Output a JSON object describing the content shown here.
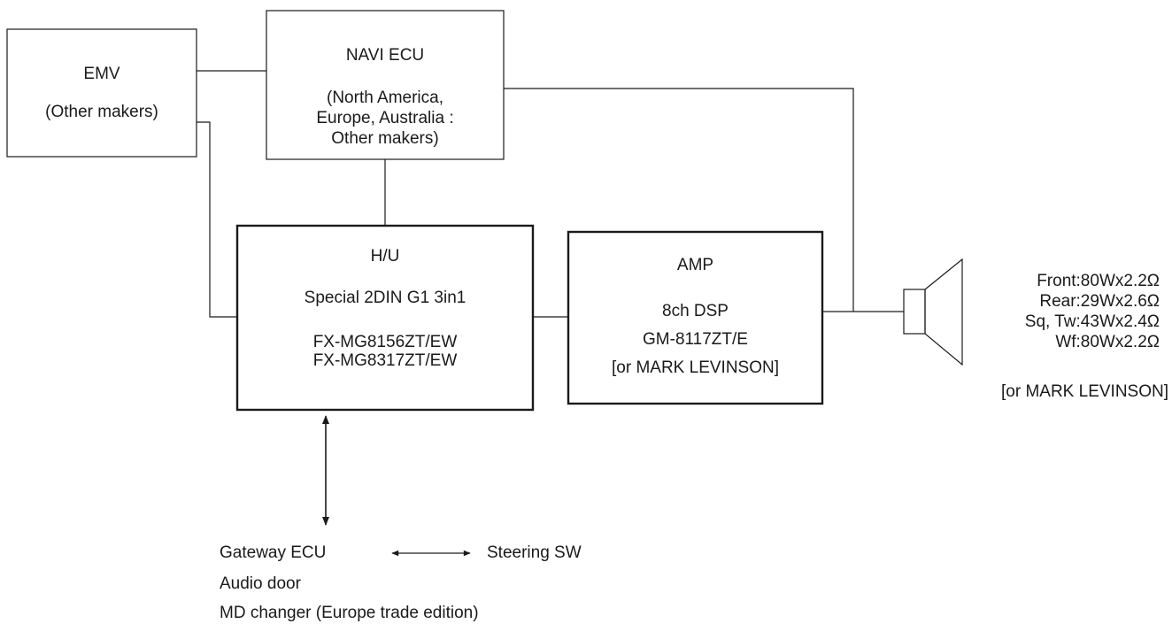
{
  "emv": {
    "title": "EMV",
    "subtitle": "(Other makers)"
  },
  "navi": {
    "title": "NAVI ECU",
    "line1": "(North America,",
    "line2": "Europe, Australia :",
    "line3": "Other makers)"
  },
  "hu": {
    "title": "H/U",
    "subtitle": "Special 2DIN G1 3in1",
    "model1": "FX-MG8156ZT/EW",
    "model2": "FX-MG8317ZT/EW"
  },
  "amp": {
    "title": "AMP",
    "line1": "8ch DSP",
    "line2": "GM-8117ZT/E",
    "line3": "[or MARK LEVINSON]"
  },
  "speaker": {
    "specs": [
      "Front:80Wx2.2Ω",
      "Rear:29Wx2.6Ω",
      "Sq, Tw:43Wx2.4Ω",
      "Wf:80Wx2.2Ω"
    ],
    "alt": "[or MARK LEVINSON]"
  },
  "bottom": {
    "gateway": "Gateway ECU",
    "steering": "Steering SW",
    "audio_door": "Audio door",
    "md_changer": "MD changer (Europe trade edition)"
  }
}
